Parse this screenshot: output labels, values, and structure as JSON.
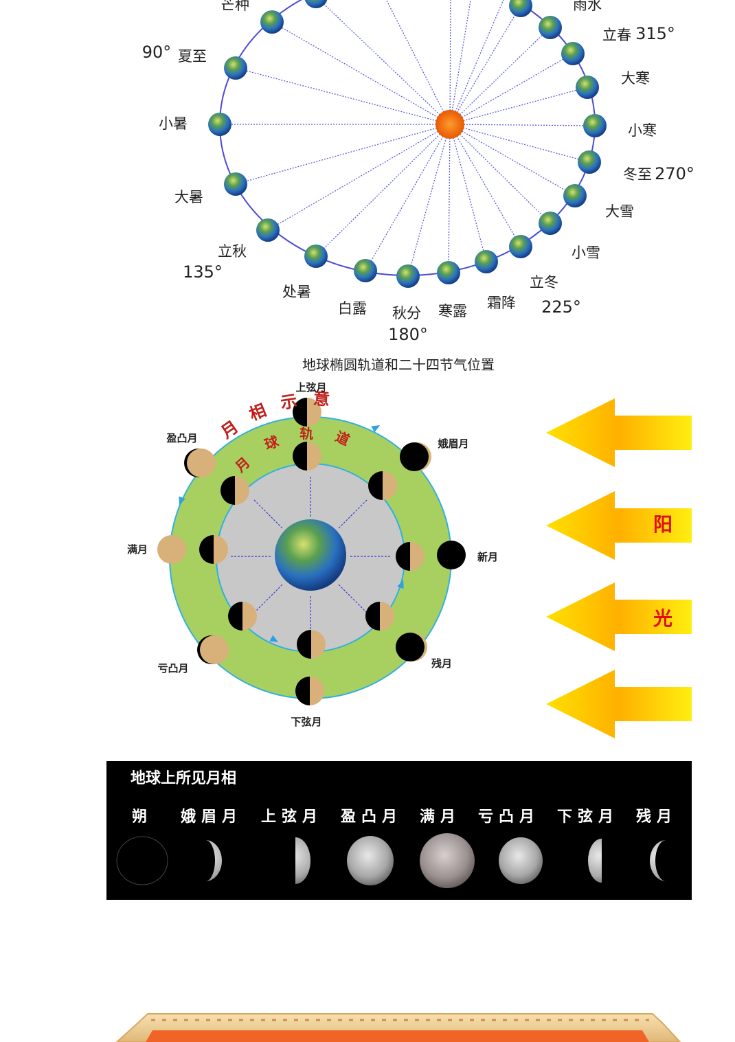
{
  "orbit": {
    "caption": "地球椭圆轨道和二十四节气位置",
    "terms": [
      "芒种",
      "夏至",
      "小暑",
      "大暑",
      "立秋",
      "处暑",
      "白露",
      "秋分",
      "寒露",
      "霜降",
      "立冬",
      "小雪",
      "大雪",
      "冬至",
      "小寒",
      "大寒",
      "立春",
      "雨水"
    ],
    "degrees": [
      "90°",
      "135°",
      "180°",
      "225°",
      "270°",
      "315°"
    ]
  },
  "moon_diagram": {
    "outer_title": "月相示意",
    "inner_title": "月球轨道",
    "phases": [
      "上弦月",
      "娥眉月",
      "新月",
      "残月",
      "下弦月",
      "亏凸月",
      "满月",
      "盈凸月"
    ],
    "sunlight": [
      "阳",
      "光"
    ]
  },
  "phase_strip": {
    "title": "地球上所见月相",
    "labels": [
      "朔",
      "娥眉月",
      "上弦月",
      "盈凸月",
      "满月",
      "亏凸月",
      "下弦月",
      "残月"
    ]
  },
  "colors": {
    "orbit": "#4a4ad8",
    "sun": "#f26a10",
    "ring": "#a8d060",
    "arrow": "#ffcc00",
    "red": "#c0201a"
  }
}
